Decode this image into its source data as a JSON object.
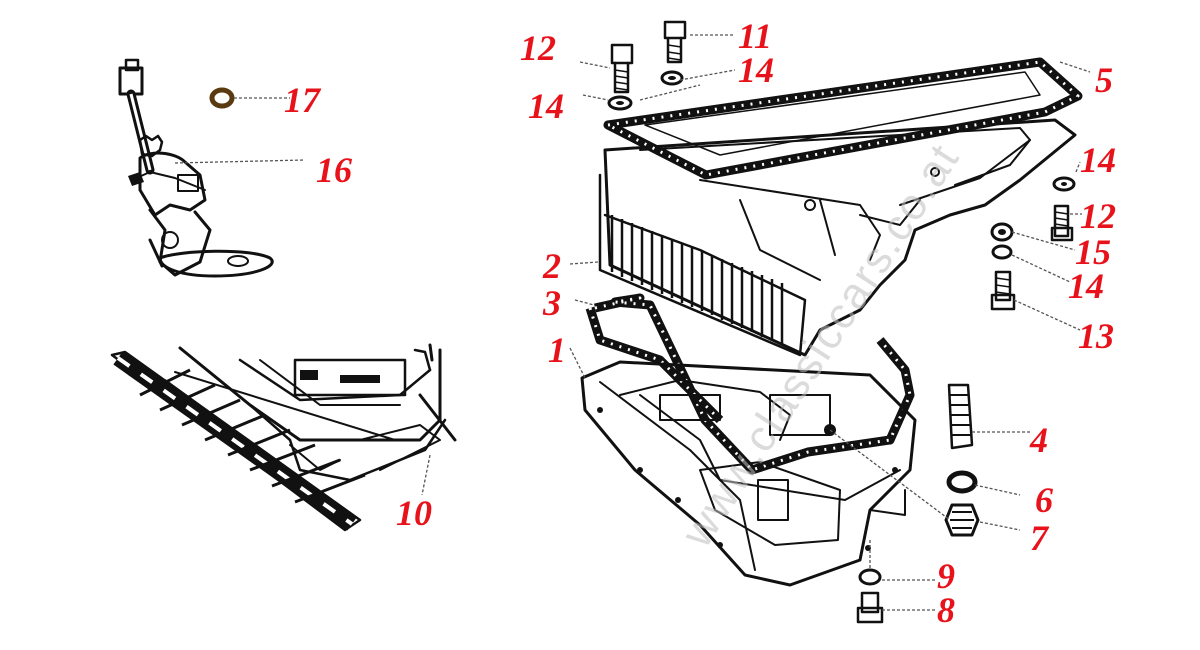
{
  "watermark": "www.classiccars.co.at",
  "callouts": [
    {
      "id": "17",
      "label": "17"
    },
    {
      "id": "16",
      "label": "16"
    },
    {
      "id": "10",
      "label": "10"
    },
    {
      "id": "12a",
      "label": "12"
    },
    {
      "id": "14a",
      "label": "14"
    },
    {
      "id": "11",
      "label": "11"
    },
    {
      "id": "14b",
      "label": "14"
    },
    {
      "id": "5",
      "label": "5"
    },
    {
      "id": "14c",
      "label": "14"
    },
    {
      "id": "12b",
      "label": "12"
    },
    {
      "id": "15",
      "label": "15"
    },
    {
      "id": "14d",
      "label": "14"
    },
    {
      "id": "13",
      "label": "13"
    },
    {
      "id": "2",
      "label": "2"
    },
    {
      "id": "3",
      "label": "3"
    },
    {
      "id": "1",
      "label": "1"
    },
    {
      "id": "4",
      "label": "4"
    },
    {
      "id": "6",
      "label": "6"
    },
    {
      "id": "7",
      "label": "7"
    },
    {
      "id": "9",
      "label": "9"
    },
    {
      "id": "8",
      "label": "8"
    }
  ],
  "colors": {
    "label": "#e8121b",
    "ink": "#111111",
    "watermark": "#bfbfbf"
  }
}
